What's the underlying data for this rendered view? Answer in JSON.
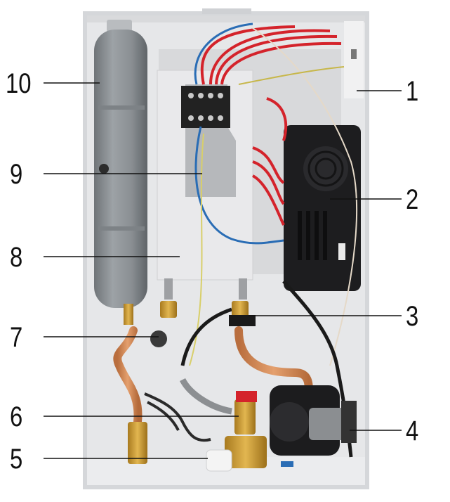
{
  "callouts": [
    {
      "id": "c1",
      "label": "1"
    },
    {
      "id": "c2",
      "label": "2"
    },
    {
      "id": "c3",
      "label": "3"
    },
    {
      "id": "c4",
      "label": "4"
    },
    {
      "id": "c5",
      "label": "5"
    },
    {
      "id": "c6",
      "label": "6"
    },
    {
      "id": "c7",
      "label": "7"
    },
    {
      "id": "c8",
      "label": "8"
    },
    {
      "id": "c9",
      "label": "9"
    },
    {
      "id": "c10",
      "label": "10"
    }
  ],
  "colors": {
    "cabinet": "#e4e5e7",
    "expansion_tank": "#8b9094",
    "heating_block": "#e8e8ea",
    "control_board": "#1d1d1f",
    "red_wire": "#d4232b",
    "blue_wire": "#2a6db5",
    "copper": "#d08a57",
    "brass": "#c9962f"
  }
}
